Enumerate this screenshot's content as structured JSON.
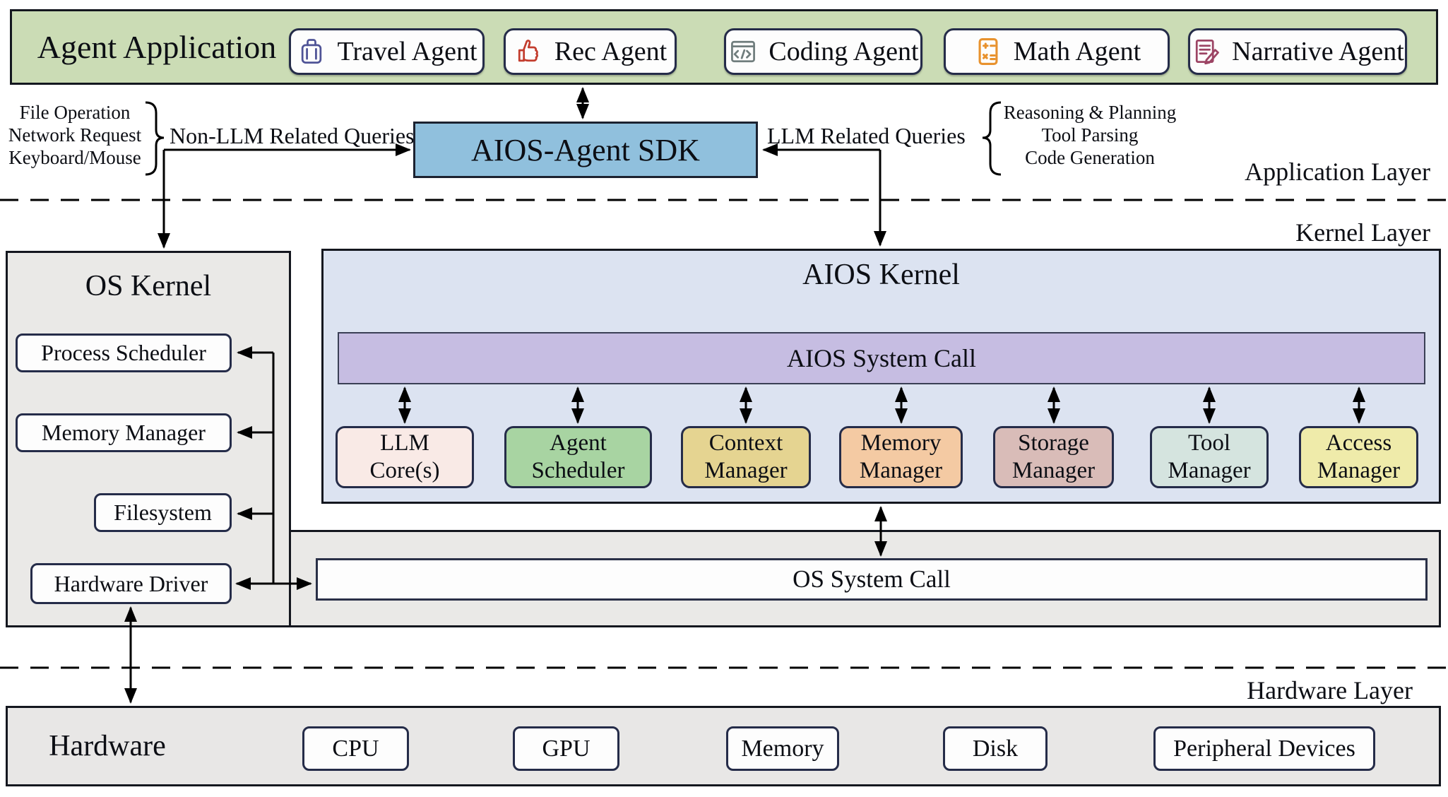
{
  "app_bar": {
    "title": "Agent Application",
    "agents": [
      {
        "label": "Travel Agent",
        "icon": "suitcase-icon",
        "color": "#4f5396"
      },
      {
        "label": "Rec Agent",
        "icon": "thumbs-up-icon",
        "color": "#c33d2e"
      },
      {
        "label": "Coding Agent",
        "icon": "code-window-icon",
        "color": "#707d7d"
      },
      {
        "label": "Math Agent",
        "icon": "calculator-icon",
        "color": "#e8922e"
      },
      {
        "label": "Narrative Agent",
        "icon": "document-pen-icon",
        "color": "#9c4464"
      }
    ]
  },
  "annotations": {
    "left_note": [
      "File Operation",
      "Network Request",
      "Keyboard/Mouse"
    ],
    "non_llm_label": "Non-LLM Related Queries",
    "llm_label": "LLM Related Queries",
    "right_note": [
      "Reasoning & Planning",
      "Tool Parsing",
      "Code Generation"
    ]
  },
  "sdk": {
    "label": "AIOS-Agent SDK"
  },
  "layers": {
    "application": "Application Layer",
    "kernel": "Kernel Layer",
    "hardware": "Hardware Layer"
  },
  "os_kernel": {
    "title": "OS Kernel",
    "components": [
      "Process Scheduler",
      "Memory Manager",
      "Filesystem",
      "Hardware Driver"
    ]
  },
  "aios_kernel": {
    "title": "AIOS Kernel",
    "system_call": "AIOS System Call",
    "modules": [
      {
        "line1": "LLM",
        "line2": "Core(s)",
        "color": "#f9eae6"
      },
      {
        "line1": "Agent",
        "line2": "Scheduler",
        "color": "#a8d4a2"
      },
      {
        "line1": "Context",
        "line2": "Manager",
        "color": "#e5d491"
      },
      {
        "line1": "Memory",
        "line2": "Manager",
        "color": "#f4caa3"
      },
      {
        "line1": "Storage",
        "line2": "Manager",
        "color": "#d9bcb8"
      },
      {
        "line1": "Tool",
        "line2": "Manager",
        "color": "#d5e4df"
      },
      {
        "line1": "Access",
        "line2": "Manager",
        "color": "#efebaa"
      }
    ]
  },
  "os_system_call": {
    "label": "OS System Call"
  },
  "hardware": {
    "title": "Hardware",
    "components": [
      "CPU",
      "GPU",
      "Memory",
      "Disk",
      "Peripheral Devices"
    ]
  },
  "colors": {
    "app_bar_bg": "#cbdcb5",
    "sdk_bg": "#90c0dd",
    "os_kernel_bg": "#eae9e7",
    "aios_kernel_bg": "#dce3f1",
    "aios_system_call_bg": "#c6bde2",
    "bottom_strip_bg": "#eae9e7",
    "hardware_bg": "#e8e7e6",
    "box_border": "#252c49",
    "line_color": "#000000"
  }
}
